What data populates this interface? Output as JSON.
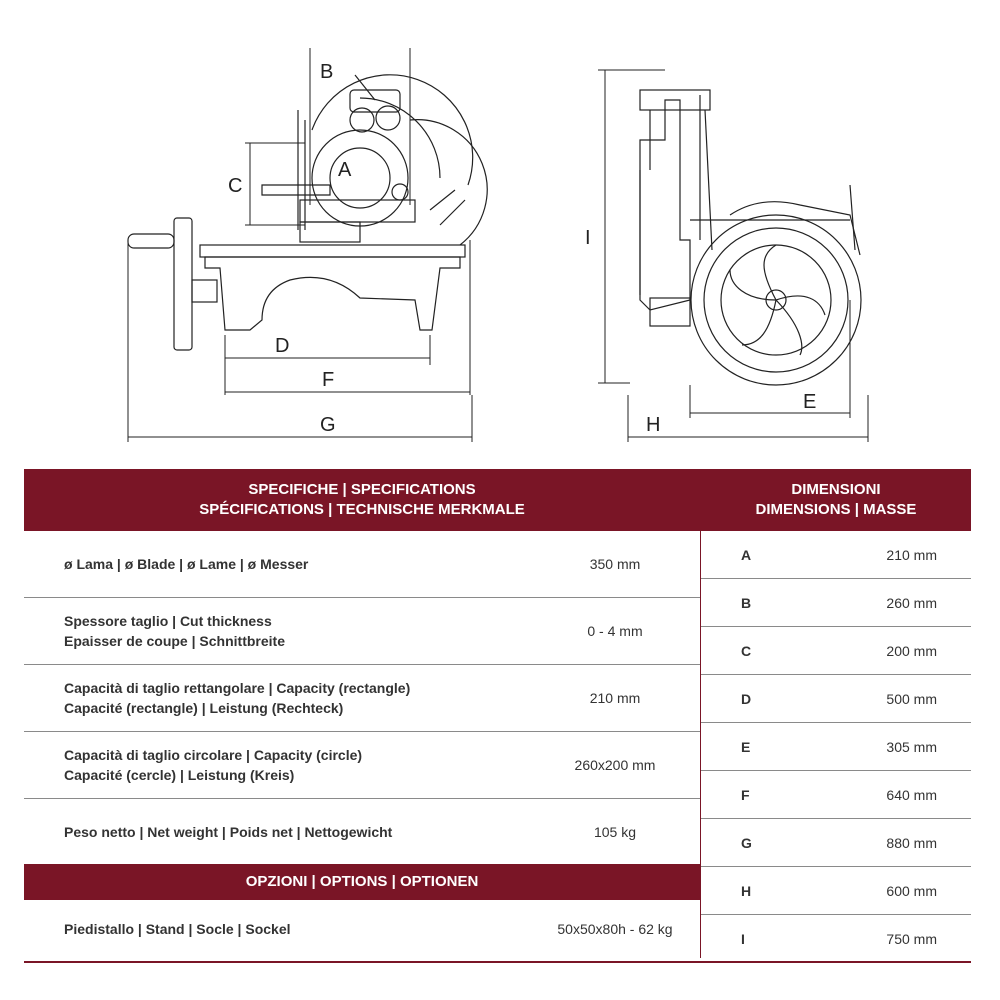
{
  "drawing": {
    "labels": {
      "a": "A",
      "b": "B",
      "c": "C",
      "d": "D",
      "e": "E",
      "f": "F",
      "g": "G",
      "h": "H",
      "i": "I"
    }
  },
  "specs": {
    "header_line1": "SPECIFICHE | SPECIFICATIONS",
    "header_line2": "SPÉCIFICATIONS | TECHNISCHE MERKMALE",
    "rows": [
      {
        "label1": "ø Lama | ø Blade | ø Lame | ø Messer",
        "label2": "",
        "value": "350 mm"
      },
      {
        "label1": "Spessore taglio | Cut thickness",
        "label2": "Epaisser de coupe | Schnittbreite",
        "value": "0 - 4 mm"
      },
      {
        "label1": "Capacità di taglio rettangolare | Capacity (rectangle)",
        "label2": "Capacité (rectangle) | Leistung (Rechteck)",
        "value": "210 mm"
      },
      {
        "label1": "Capacità di taglio circolare | Capacity (circle)",
        "label2": "Capacité (cercle) | Leistung (Kreis)",
        "value": "260x200 mm"
      },
      {
        "label1": "Peso netto | Net weight | Poids net | Nettogewicht",
        "label2": "",
        "value": "105 kg"
      }
    ],
    "options_header": "OPZIONI | OPTIONS | OPTIONEN",
    "options": [
      {
        "label": "Piedistallo | Stand | Socle | Sockel",
        "value": "50x50x80h - 62 kg"
      }
    ]
  },
  "dimensions": {
    "header_line1": "DIMENSIONI",
    "header_line2": "DIMENSIONS | MASSE",
    "rows": [
      {
        "key": "A",
        "value": "210 mm"
      },
      {
        "key": "B",
        "value": "260 mm"
      },
      {
        "key": "C",
        "value": "200 mm"
      },
      {
        "key": "D",
        "value": "500 mm"
      },
      {
        "key": "E",
        "value": "305 mm"
      },
      {
        "key": "F",
        "value": "640 mm"
      },
      {
        "key": "G",
        "value": "880 mm"
      },
      {
        "key": "H",
        "value": "600 mm"
      },
      {
        "key": "I",
        "value": "750 mm"
      }
    ]
  },
  "colors": {
    "accent": "#7a1526",
    "line": "#222222"
  }
}
